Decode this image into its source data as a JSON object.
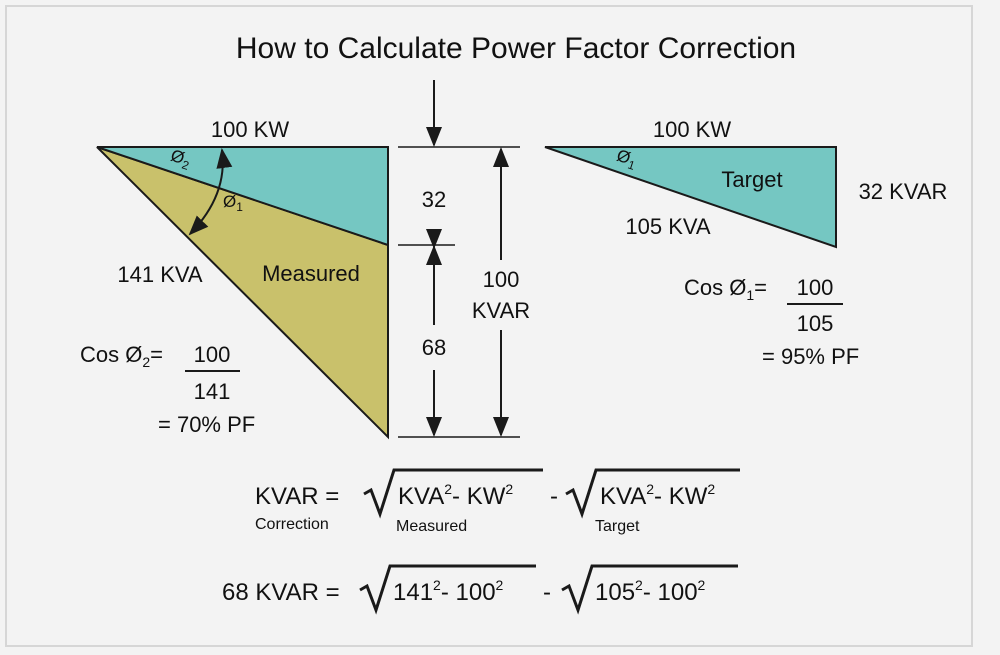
{
  "title": "How to Calculate Power Factor Correction",
  "colors": {
    "background": "#f3f3f3",
    "target_fill": "#75c7c2",
    "measured_fill": "#c9c16b",
    "stroke": "#1a1a1a"
  },
  "measured": {
    "kw_label": "100 KW",
    "kva_label": "141 KVA",
    "region_label": "Measured",
    "theta2_symbol": "Ø",
    "theta2_sub": "2",
    "theta1_symbol": "Ø",
    "theta1_sub": "1",
    "dim_upper": "32",
    "dim_lower": "68",
    "dim_total_line1": "100",
    "dim_total_line2": "KVAR",
    "cos_label": "Cos Ø",
    "cos_sub": "2",
    "cos_eq": "=",
    "cos_numerator": "100",
    "cos_denominator": "141",
    "pf_result": "= 70% PF"
  },
  "target": {
    "kw_label": "100 KW",
    "kva_label": "105 KVA",
    "kvar_label": "32 KVAR",
    "region_label": "Target",
    "theta_symbol": "Ø",
    "theta_sub": "1",
    "cos_label": "Cos Ø",
    "cos_sub": "1",
    "cos_eq": "=",
    "cos_numerator": "100",
    "cos_denominator": "105",
    "pf_result": "= 95% PF"
  },
  "formula_general": {
    "lhs": "KVAR =",
    "lhs_sub": "Correction",
    "term1": "KVA",
    "term1_exp": "2",
    "term1_minus": "- KW",
    "term1_exp2": "2",
    "term1_sub": "Measured",
    "minus": "-",
    "term2": "KVA",
    "term2_exp": "2",
    "term2_minus": "- KW",
    "term2_exp2": "2",
    "term2_sub": "Target"
  },
  "formula_numeric": {
    "lhs": "68 KVAR =",
    "term1": "141",
    "term1_exp": "2",
    "term1_minus": "- 100",
    "term1_exp2": "2",
    "minus": "-",
    "term2": "105",
    "term2_exp": "2",
    "term2_minus": "- 100",
    "term2_exp2": "2"
  }
}
